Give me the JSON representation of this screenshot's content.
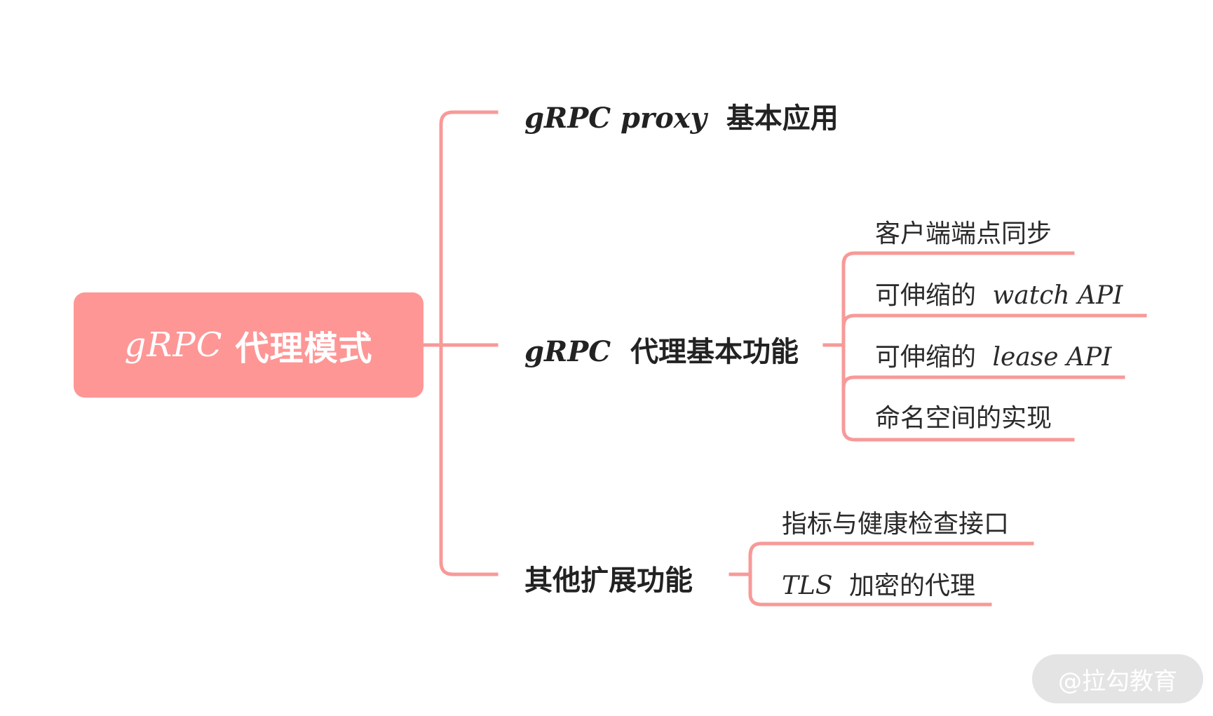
{
  "colors": {
    "accent": "#f79a98",
    "root_fill": "#fe9696",
    "root_text": "#ffffff",
    "text": "#222222",
    "watermark_fill": "#e4e4e4"
  },
  "root": {
    "label_latin": "gRPC",
    "label_cjk": "代理模式"
  },
  "branches": [
    {
      "label_latin": "gRPC proxy",
      "label_cjk": "基本应用",
      "children": []
    },
    {
      "label_latin": "gRPC",
      "label_cjk": "代理基本功能",
      "children": [
        {
          "label_cjk": "客户端端点同步",
          "label_latin": ""
        },
        {
          "label_cjk": "可伸缩的",
          "label_latin": "watch API"
        },
        {
          "label_cjk": "可伸缩的",
          "label_latin": "lease API"
        },
        {
          "label_cjk": "命名空间的实现",
          "label_latin": ""
        }
      ]
    },
    {
      "label_latin": "",
      "label_cjk": "其他扩展功能",
      "children": [
        {
          "label_cjk": "指标与健康检查接口",
          "label_latin": ""
        },
        {
          "label_latin": "TLS",
          "label_cjk": "加密的代理"
        }
      ]
    }
  ],
  "watermark": {
    "text": "@拉勾教育"
  }
}
